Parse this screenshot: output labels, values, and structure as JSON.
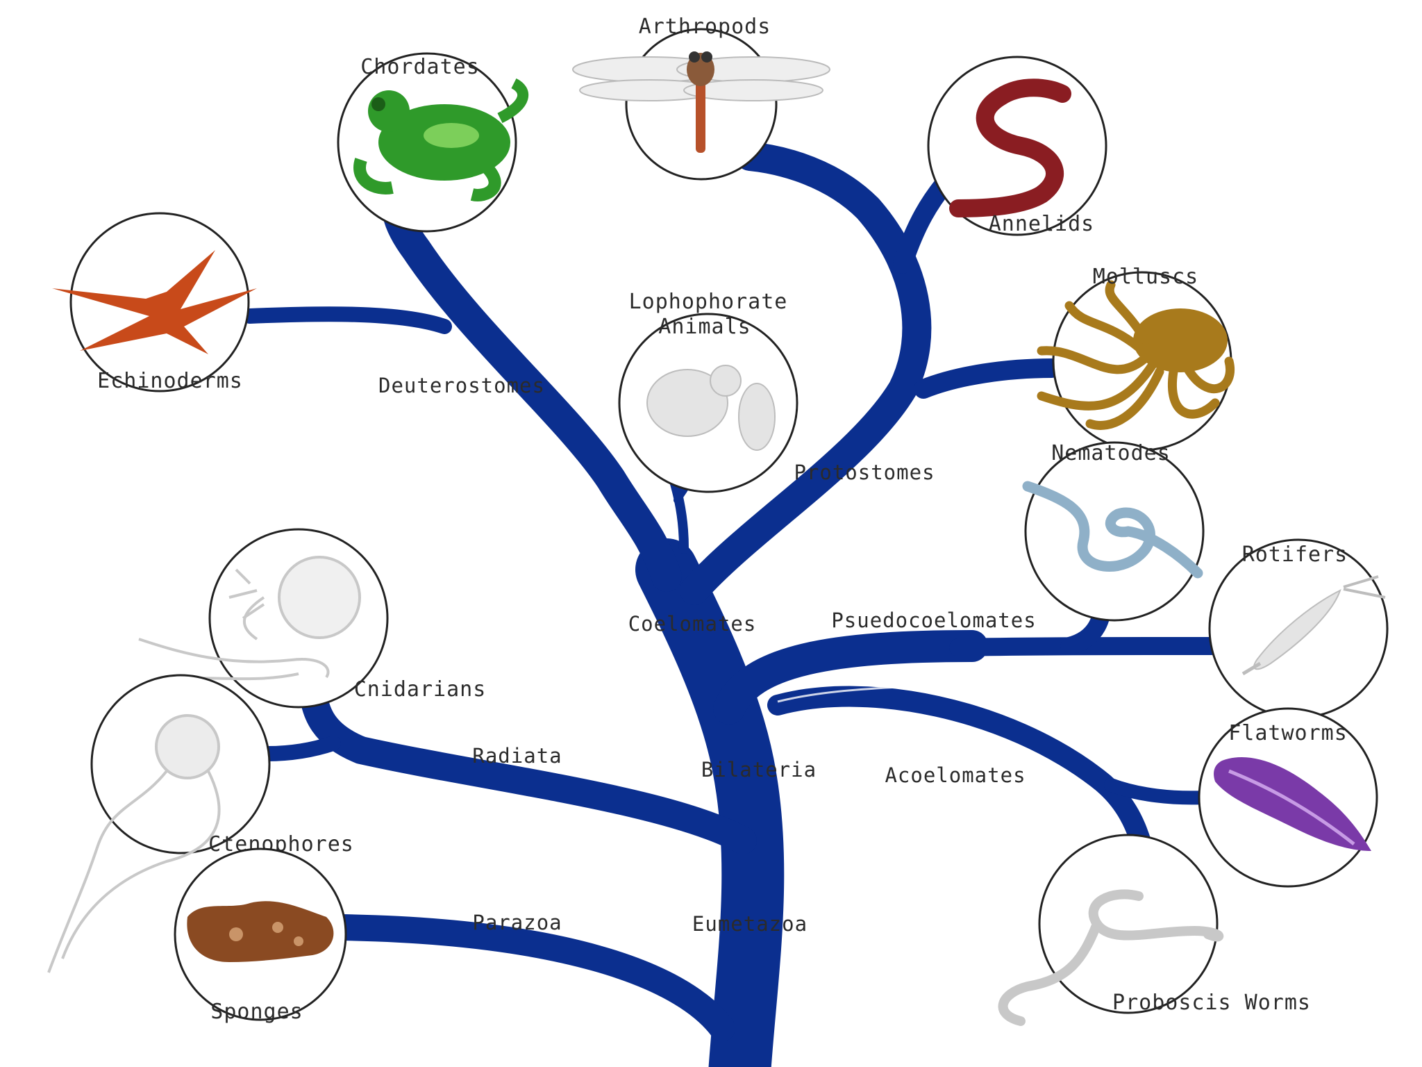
{
  "colors": {
    "trunk": "#0b2f8f",
    "chordate": "#2f9a2a",
    "echinoderm": "#c84a1a",
    "annelid": "#8a1d22",
    "mollusc": "#a87a1c",
    "flatworm": "#7a3aa8",
    "sponge": "#8a4a22",
    "nematode": "#8fb0c8",
    "pale": "#c8c8c8"
  },
  "taxa": {
    "arthropods": "Arthropods",
    "chordates": "Chordates",
    "annelids": "Annelids",
    "echinoderms": "Echinoderms",
    "lophophorate": [
      "Lophophorate",
      "Animals"
    ],
    "molluscs": "Molluscs",
    "nematodes": "Nematodes",
    "rotifers": "Rotifers",
    "cnidarians": "Cnidarians",
    "ctenophores": "Ctenophores",
    "flatworms": "Flatworms",
    "sponges": "Sponges",
    "proboscis_worms": "Proboscis Worms"
  },
  "clades": {
    "deuterostomes": "Deuterostomes",
    "protostomes": "Protostomes",
    "coelomates": "Coelomates",
    "psuedocoelomates": "Psuedocoelomates",
    "radiata": "Radiata",
    "bilateria": "Bilateria",
    "acoelomates": "Acoelomates",
    "parazoa": "Parazoa",
    "eumetazoa": "Eumetazoa"
  }
}
